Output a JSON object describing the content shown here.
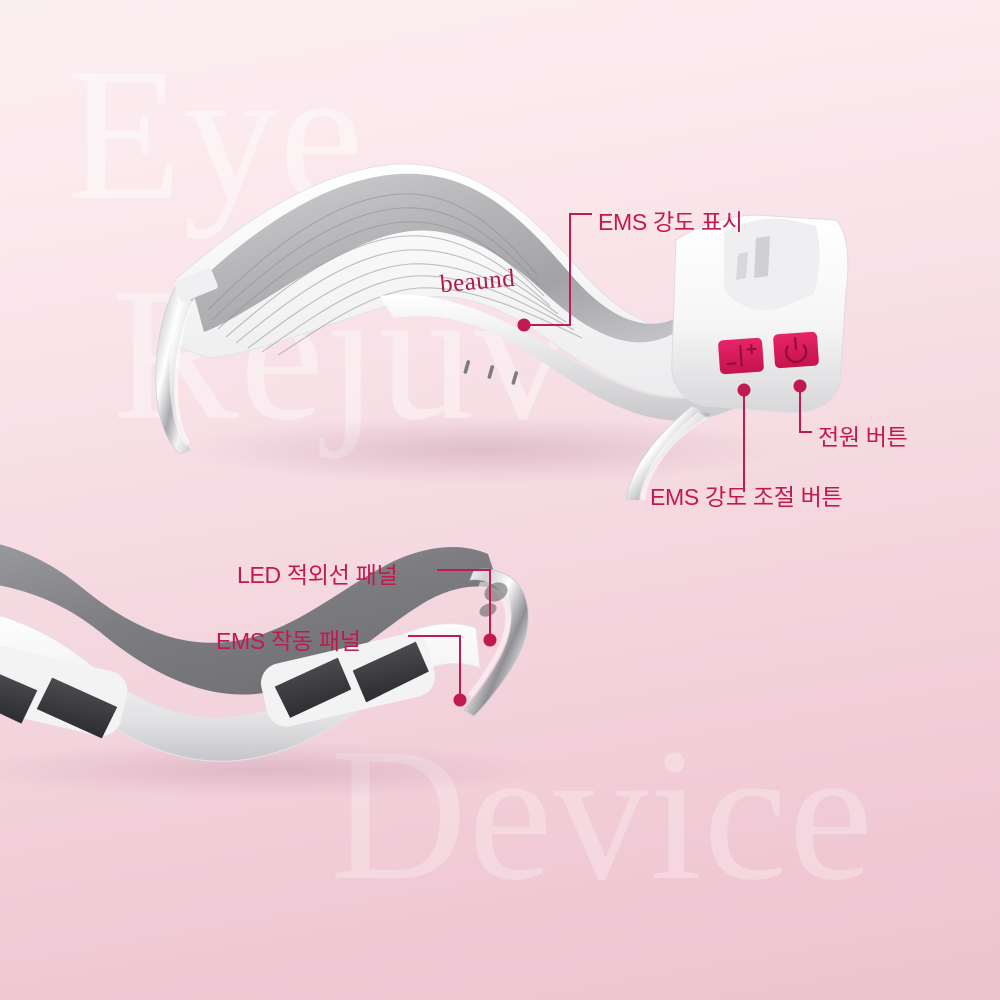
{
  "background": {
    "top_color": "#fbeef1",
    "bottom_color": "#eec3d0",
    "accent_color": "#c01a4f",
    "watermark_color": "#ffffff"
  },
  "watermarks": [
    {
      "id": "eye",
      "text": "Eye"
    },
    {
      "id": "rejuv",
      "text": "Rejuv"
    },
    {
      "id": "device",
      "text": "Device"
    }
  ],
  "product": {
    "brand_logo": "beaund",
    "indicator_marks": 3,
    "buttons": [
      {
        "name": "ems-intensity-button",
        "glyph_minus": "−",
        "glyph_plus": "+",
        "color": "#d91a55"
      },
      {
        "name": "power-button",
        "glyph": "⏻",
        "color": "#d91a55"
      }
    ]
  },
  "annotations": [
    {
      "id": "ems-indicator",
      "label": "EMS 강도 표시",
      "target": "top-device-indicator-lights"
    },
    {
      "id": "power-button",
      "label": "전원 버튼",
      "target": "top-device-power-button"
    },
    {
      "id": "ems-control",
      "label": "EMS 강도 조절 버튼",
      "target": "top-device-intensity-button"
    },
    {
      "id": "led-panel",
      "label": "LED 적외선 패널",
      "target": "bottom-device-led-surface"
    },
    {
      "id": "ems-panel",
      "label": "EMS 작동 패널",
      "target": "bottom-device-ems-pad"
    }
  ]
}
